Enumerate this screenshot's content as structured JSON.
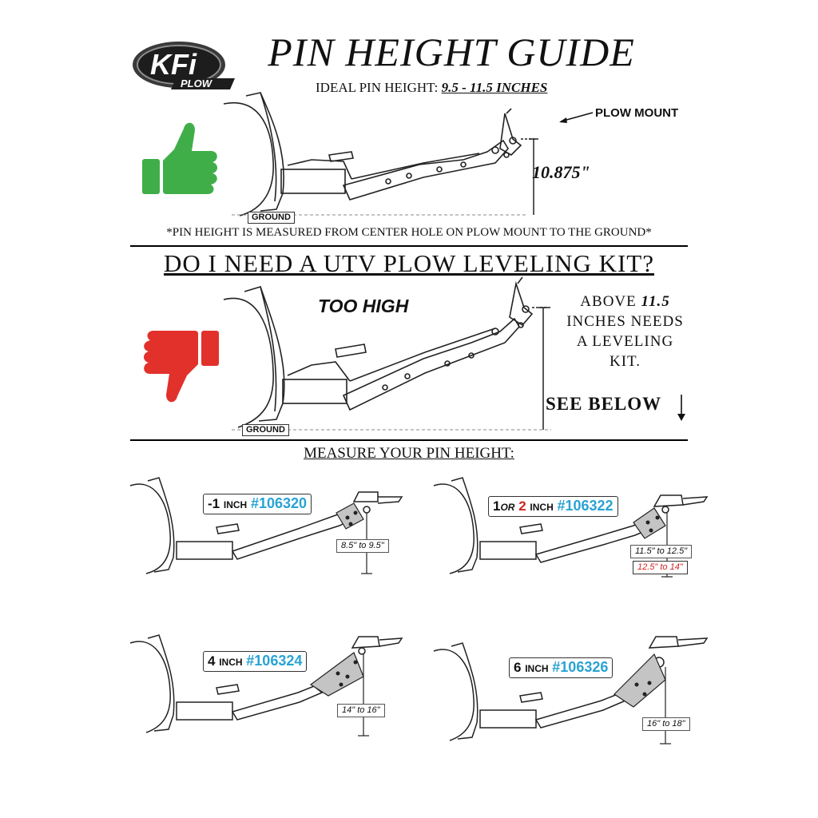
{
  "header": {
    "logo_text": "KFi",
    "logo_sub": "PLOW",
    "title": "PIN HEIGHT GUIDE",
    "ideal_prefix": "IDEAL PIN HEIGHT:",
    "ideal_value": "9.5 - 11.5 INCHES"
  },
  "good_example": {
    "plow_mount_label": "PLOW MOUNT",
    "measurement": "10.875\"",
    "ground_label": "GROUND",
    "icon": "thumbs-up-icon",
    "icon_color": "#3fae49"
  },
  "footnote": "*PIN HEIGHT IS MEASURED FROM CENTER HOLE ON PLOW MOUNT TO THE GROUND*",
  "question": "DO I NEED A UTV PLOW LEVELING KIT?",
  "bad_example": {
    "too_high": "TOO HIGH",
    "above_line1": "ABOVE",
    "above_value": "11.5",
    "above_line2": "INCHES NEEDS",
    "above_line3": "A LEVELING",
    "above_line4": "KIT.",
    "see_below": "SEE BELOW",
    "ground_label": "GROUND",
    "icon": "thumbs-down-icon",
    "icon_color": "#e2302b"
  },
  "measure_title": "MEASURE YOUR PIN HEIGHT:",
  "kits": [
    {
      "size": "-1",
      "unit": "INCH",
      "part": "#106320",
      "range": "8.5\" to 9.5\""
    },
    {
      "size_a": "1",
      "or": "OR",
      "size_b": "2",
      "unit": "INCH",
      "part": "#106322",
      "range": "11.5\" to 12.5\"",
      "range_alt": "12.5\" to 14\""
    },
    {
      "size": "4",
      "unit": "INCH",
      "part": "#106324",
      "range": "14\" to 16\""
    },
    {
      "size": "6",
      "unit": "INCH",
      "part": "#106326",
      "range": "16\" to 18\""
    }
  ],
  "colors": {
    "part_number": "#29a3d3",
    "highlight_red": "#d42222",
    "bracket_fill": "#c4c4c4"
  }
}
